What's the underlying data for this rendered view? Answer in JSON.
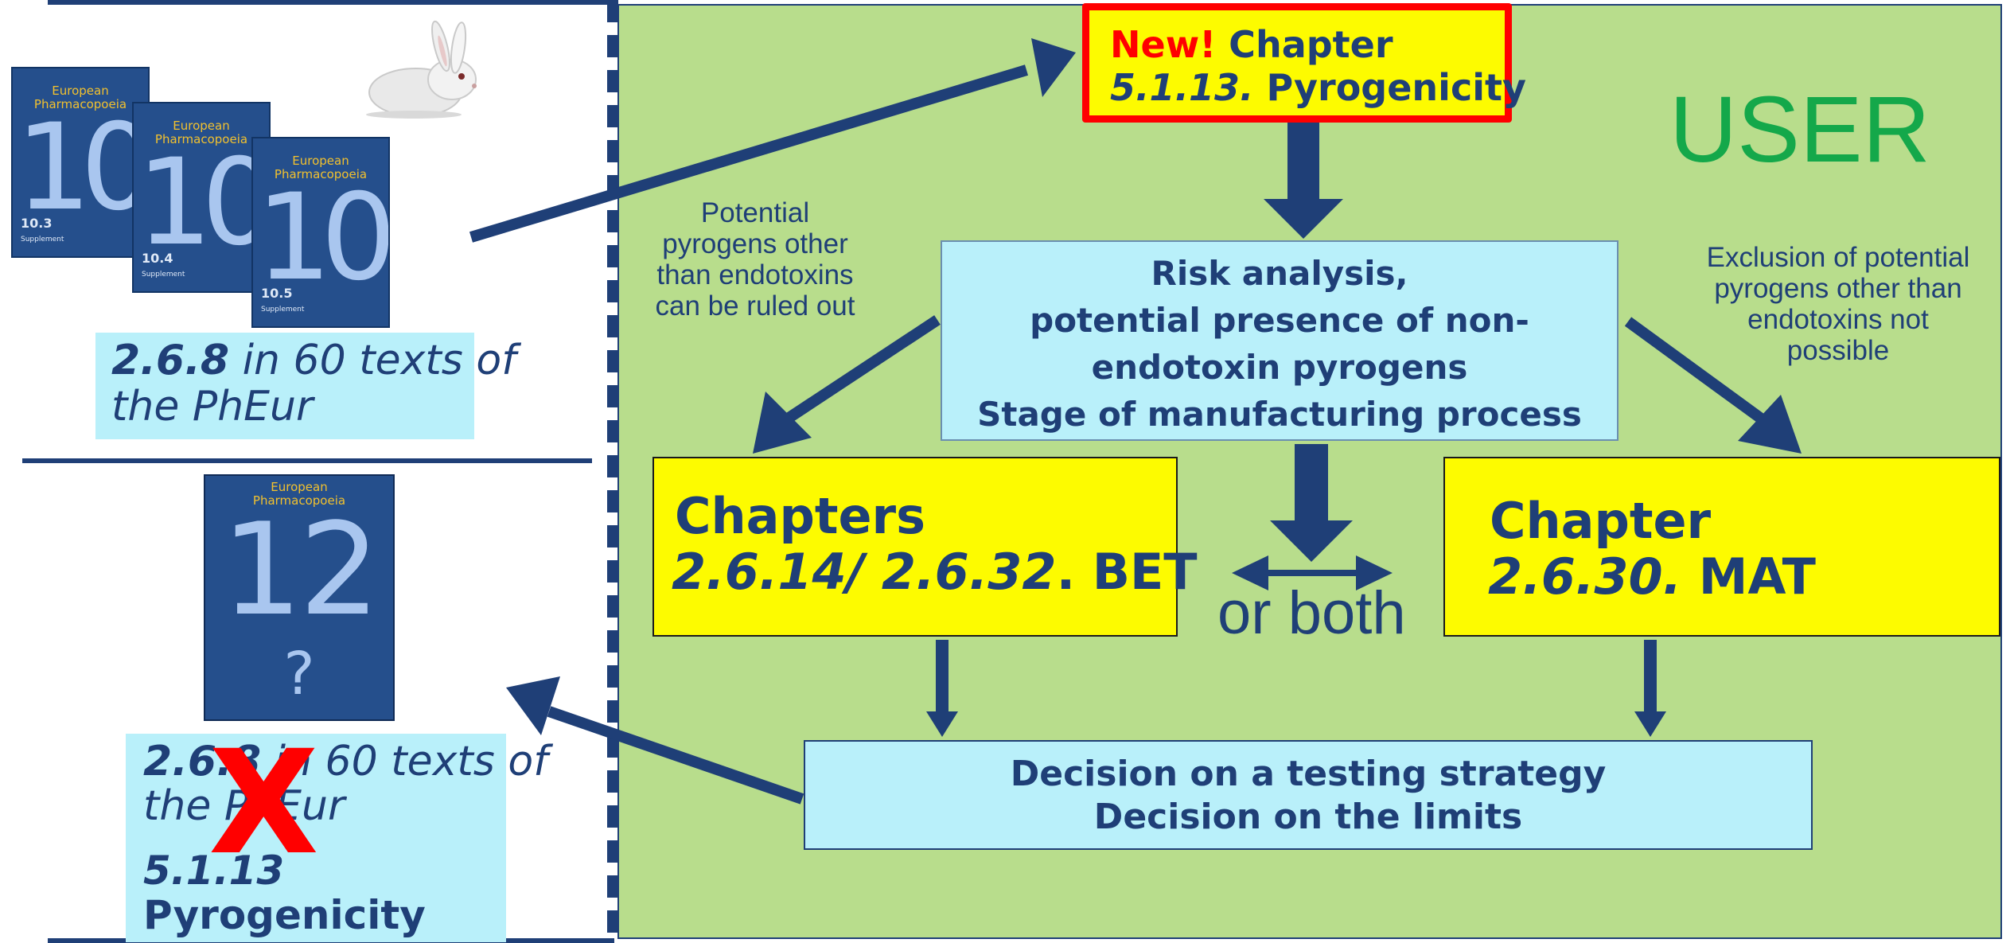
{
  "left_top": {
    "books": [
      {
        "title": "European\nPharmacopoeia",
        "number": "10",
        "supplement": "10.3",
        "supplement_sub": "Supplement"
      },
      {
        "title": "European\nPharmacopoeia",
        "number": "10",
        "supplement": "10.4",
        "supplement_sub": "Supplement"
      },
      {
        "title": "European\nPharmacopoeia",
        "number": "10",
        "supplement": "10.5",
        "supplement_sub": "Supplement"
      }
    ],
    "info_box": {
      "code": "2.6.8",
      "text_line1": " in 60 texts of",
      "text_line2": "the PhEur"
    }
  },
  "left_bottom": {
    "book": {
      "title": "European\nPharmacopoeia",
      "number": "12",
      "mark": "?"
    },
    "info_box": {
      "code": "2.6.8",
      "text_line1": " in 60 texts of",
      "text_line2": "the PhEur",
      "strike_mark": "X",
      "new_code": "5.1.13",
      "new_name": "Pyrogenicity"
    }
  },
  "diagram": {
    "user_label": "USER",
    "top_box": {
      "new_label": "New!",
      "chapter_label": " Chapter",
      "chapter_code": "5.1.13.",
      "chapter_name": " Pyrogenicity"
    },
    "risk_box": {
      "line1": "Risk analysis,",
      "line2": "potential presence of non-",
      "line3": "endotoxin pyrogens",
      "line4": "Stage of manufacturing process"
    },
    "left_note": {
      "line1": "Potential",
      "line2": "pyrogens other",
      "line3": "than endotoxins",
      "line4": "can be ruled out"
    },
    "right_note": {
      "line1": "Exclusion of potential",
      "line2": "pyrogens other than",
      "line3": "endotoxins not",
      "line4": "possible"
    },
    "bet_box": {
      "title": "Chapters",
      "codes": "2.6.14/ 2.6.32",
      "suffix": ". BET"
    },
    "mat_box": {
      "title": "Chapter",
      "code": "2.6.30.",
      "suffix": " MAT"
    },
    "or_both": "or both",
    "decision_box": {
      "line1": "Decision on a testing strategy",
      "line2": "Decision on the limits"
    }
  },
  "colors": {
    "navy": "#1f3f77",
    "green_panel": "#b8dd8c",
    "light_blue_box": "#b9f0fa",
    "yellow_box": "#fdfb00",
    "red": "#ff0000",
    "user_green": "#14a84a"
  },
  "icons": {
    "rabbit": "rabbit-image",
    "cross": "red-x-mark"
  }
}
